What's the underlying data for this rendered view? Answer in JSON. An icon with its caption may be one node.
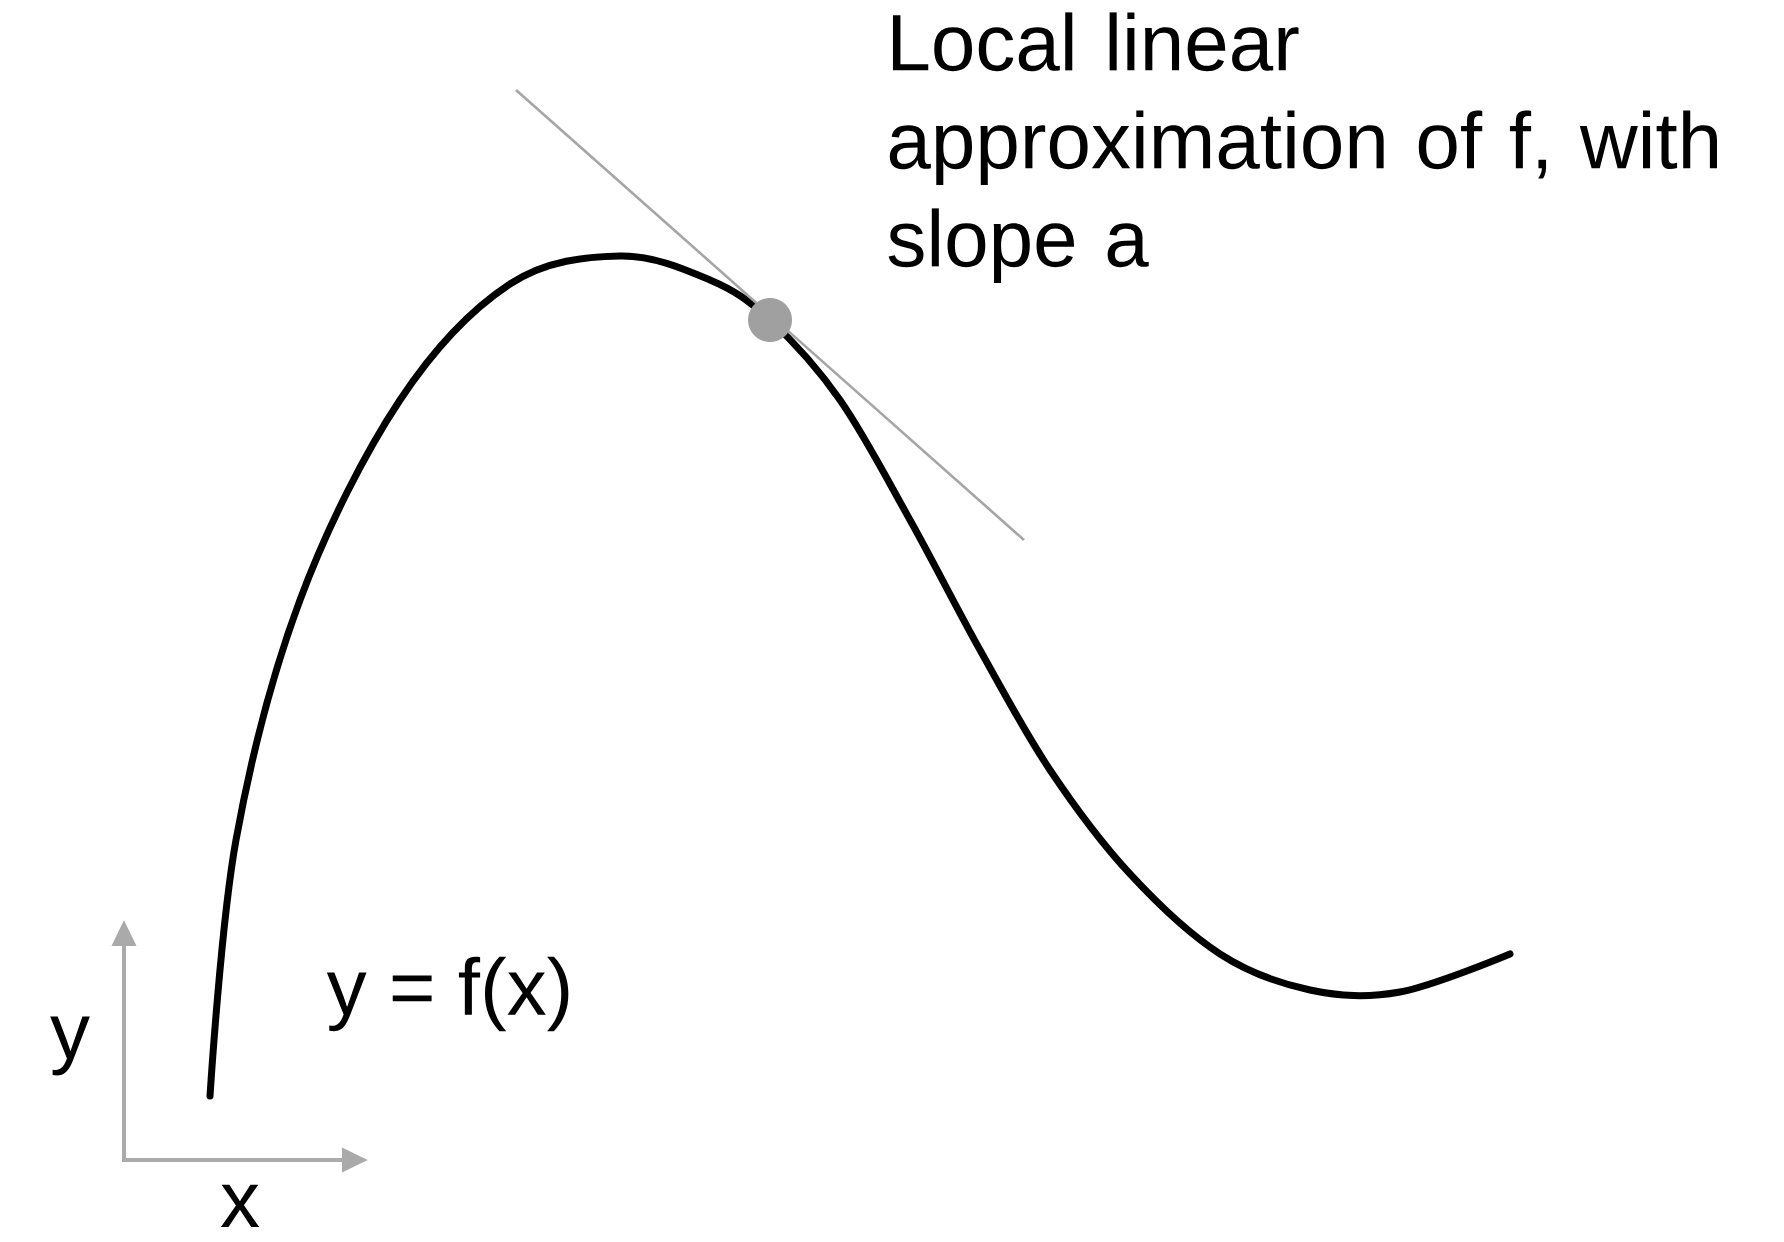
{
  "diagram": {
    "labels": [
      "Local linear approximation of f, with slope a",
      "y = f(x)",
      "y",
      "x"
    ]
  }
}
